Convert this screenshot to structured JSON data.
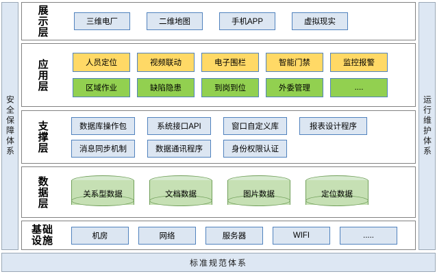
{
  "sides": {
    "left_label": "安全保障体系",
    "right_label": "运行维护体系"
  },
  "bottom": {
    "label": "标准规范体系"
  },
  "layers": [
    {
      "name": "展示层",
      "rows": [
        {
          "style": "blue",
          "items": [
            "三维电厂",
            "二维地图",
            "手机APP",
            "虚拟现实"
          ]
        }
      ]
    },
    {
      "name": "应用层",
      "rows": [
        {
          "style": "yellow",
          "items": [
            "人员定位",
            "视频联动",
            "电子围栏",
            "智能门禁",
            "监控报警"
          ]
        },
        {
          "style": "green",
          "items": [
            "区域作业",
            "缺陷隐患",
            "到岗到位",
            "外委管理",
            "...."
          ]
        }
      ]
    },
    {
      "name": "支撑层",
      "rows": [
        {
          "style": "blue",
          "items": [
            "数据库操作包",
            "系统接口API",
            "窗口自定义库",
            "报表设计程序"
          ]
        },
        {
          "style": "blue",
          "items": [
            "消息同步机制",
            "数据通讯程序",
            "身份权限认证"
          ]
        }
      ]
    },
    {
      "name": "数据层",
      "rows": [
        {
          "style": "cylinder",
          "items": [
            "关系型数据",
            "文档数据",
            "图片数据",
            "定位数据"
          ]
        }
      ]
    },
    {
      "name": "基础设施",
      "rows": [
        {
          "style": "blue",
          "items": [
            "机房",
            "网络",
            "服务器",
            "WIFI",
            "....."
          ]
        }
      ]
    }
  ],
  "colors": {
    "blue_fill": "#dce6f2",
    "blue_border": "#4f81bd",
    "yellow_fill": "#ffd966",
    "green_fill": "#92d050",
    "cylinder_fill": "#c6e0b4",
    "cylinder_border": "#6f9e58",
    "panel_fill": "#dde7f3",
    "panel_border": "#9aa7b5",
    "layer_border": "#808080"
  }
}
